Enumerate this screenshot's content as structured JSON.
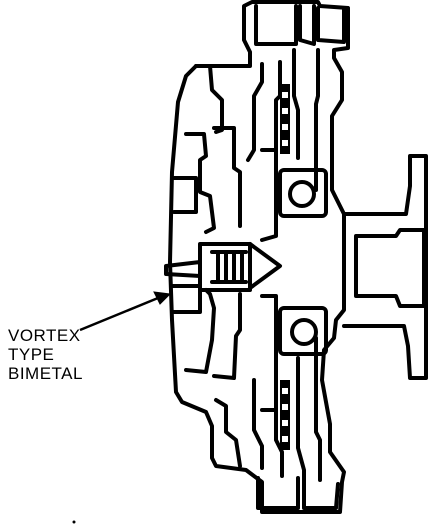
{
  "diagram": {
    "callout": {
      "lines": [
        "VORTEX",
        "TYPE",
        "BIMETAL"
      ]
    },
    "colors": {
      "ink": "#000000",
      "paper": "#ffffff"
    }
  }
}
